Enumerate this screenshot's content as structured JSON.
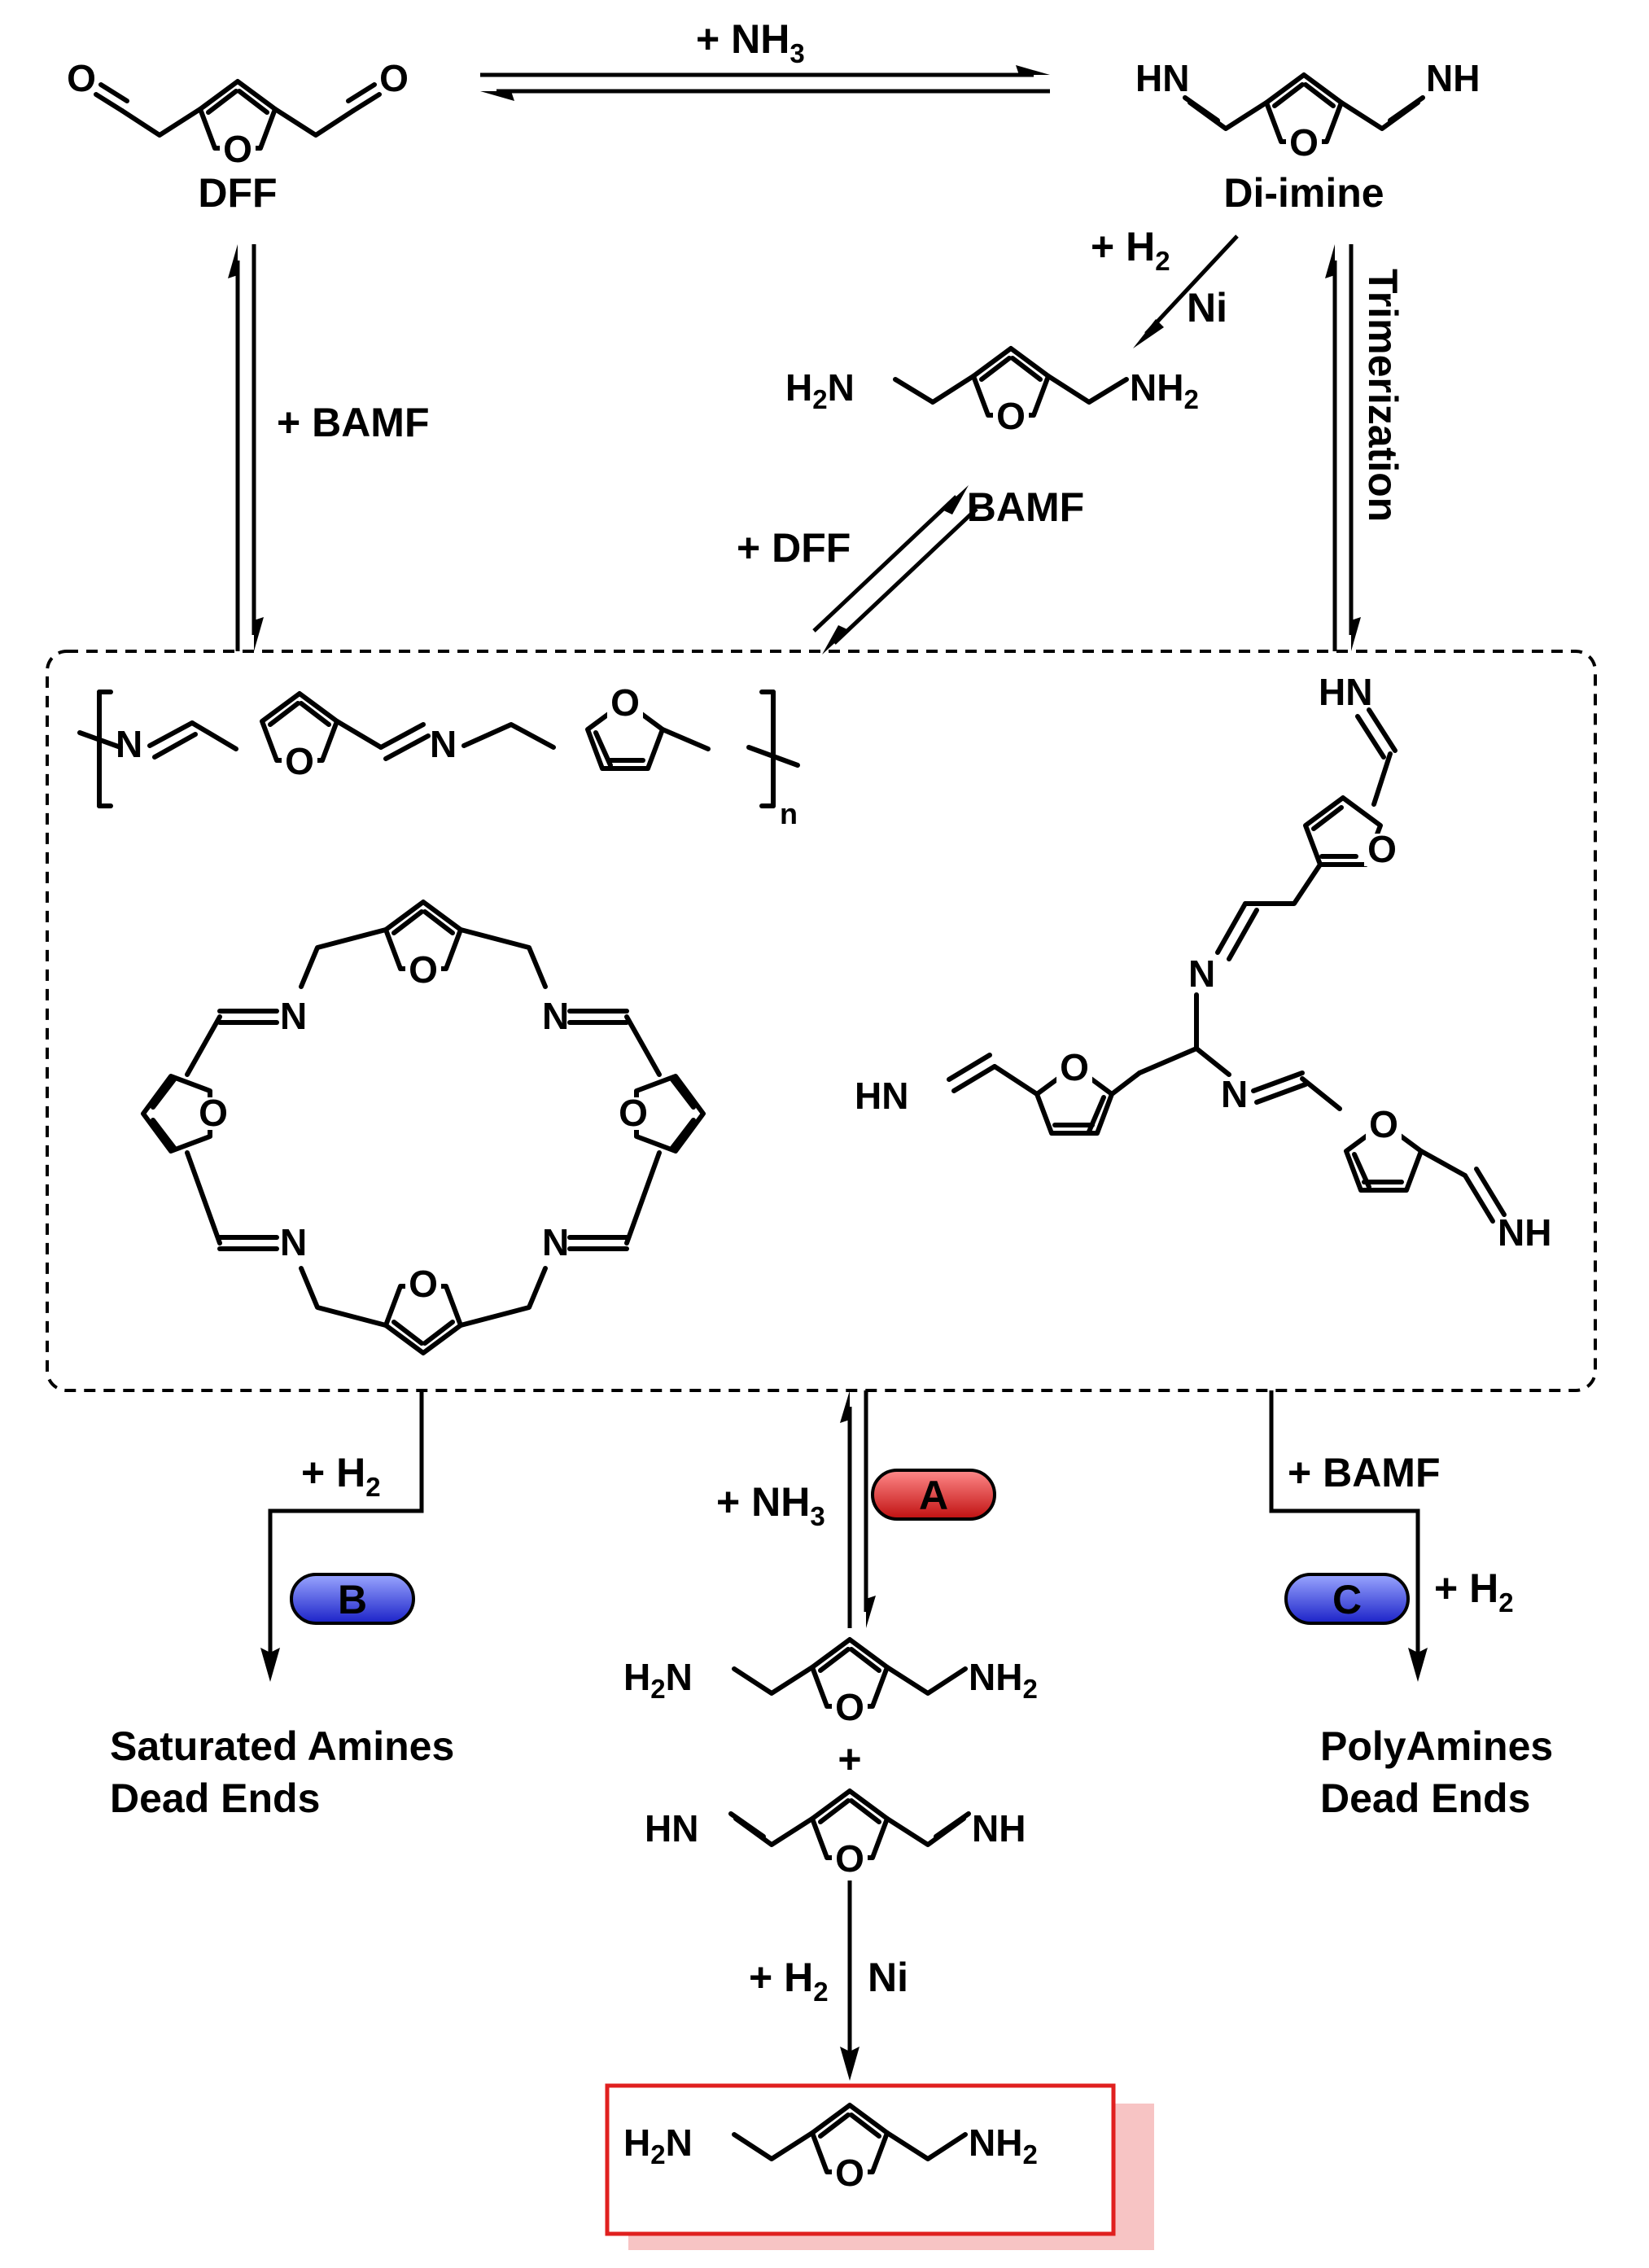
{
  "reagents": {
    "nh3_top": "+ NH",
    "nh3_top_sub": "3",
    "h2_right": "+ H",
    "h2_right_sub": "2",
    "ni_right": "Ni",
    "bamf_left": "+ BAMF",
    "dff_mid": "+ DFF",
    "trimerization": "Trimerization",
    "h2_b": "+ H",
    "h2_b_sub": "2",
    "nh3_a": "+ NH",
    "nh3_a_sub": "3",
    "bamf_c": "+ BAMF",
    "h2_c": "+ H",
    "h2_c_sub": "2",
    "h2_bottom": "+ H",
    "h2_bottom_sub": "2",
    "ni_bottom": "Ni",
    "plus": "+"
  },
  "compounds": {
    "dff": "DFF",
    "diimine": "Di-imine",
    "bamf": "BAMF"
  },
  "badges": {
    "a": "A",
    "b": "B",
    "c": "C"
  },
  "outcomes": {
    "saturated_line1": "Saturated Amines",
    "saturated_line2": "Dead Ends",
    "polyamines_line1": "PolyAmines",
    "polyamines_line2": "Dead Ends"
  },
  "atoms": {
    "o": "O",
    "n": "N",
    "hn": "HN",
    "nh": "NH",
    "h2n_h": "H",
    "h2n_2": "2",
    "h2n_n": "N",
    "nh2_nh": "NH",
    "nh2_2": "2",
    "n_sub": "n"
  },
  "colors": {
    "badge_a": "#e0201f",
    "badge_bc": "#2a2ae6",
    "target_box": "#e0201f",
    "target_shadow": "#f7c4c4"
  }
}
